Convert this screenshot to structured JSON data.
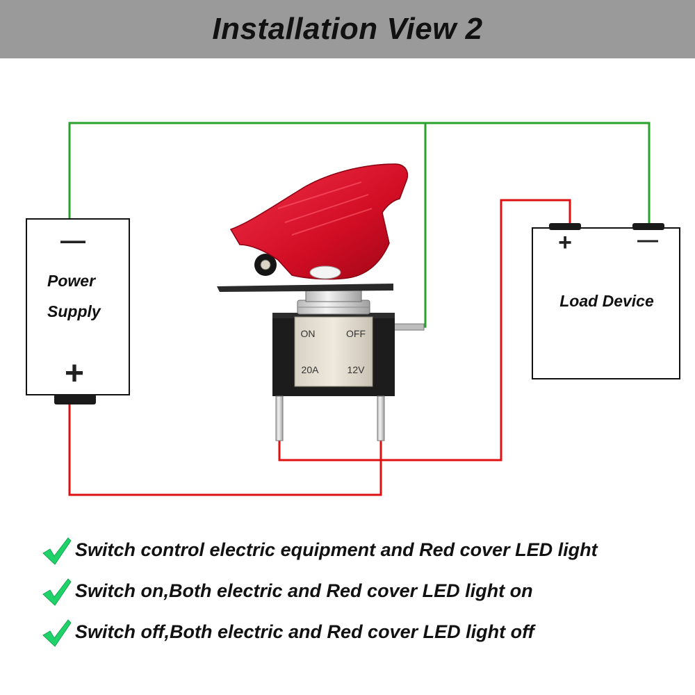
{
  "header": {
    "title": "Installation View 2"
  },
  "power_supply": {
    "label_line1": "Power",
    "label_line2": "Supply",
    "negative_symbol": "—",
    "positive_symbol": "+"
  },
  "switch": {
    "marking_on": "ON",
    "marking_off": "OFF",
    "marking_current": "20A",
    "marking_voltage": "12V"
  },
  "load_device": {
    "label": "Load Device",
    "positive_symbol": "+",
    "negative_symbol": "—"
  },
  "wires": {
    "negative_color": "#2aa12a",
    "positive_color": "#e01010"
  },
  "features": [
    {
      "text": "Switch control electric equipment and Red cover LED light",
      "icon": "check-icon"
    },
    {
      "text": "Switch on,Both electric and Red cover LED light on",
      "icon": "check-icon"
    },
    {
      "text": "Switch off,Both electric and Red cover LED light off",
      "icon": "check-icon"
    }
  ],
  "colors": {
    "check": "#1fd36a",
    "cover": "#d8102a",
    "header_bg": "#9a9a9a"
  }
}
